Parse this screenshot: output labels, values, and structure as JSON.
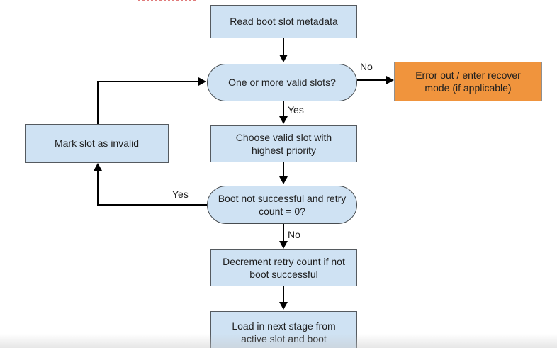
{
  "colors": {
    "process_fill": "#cfe2f3",
    "process_border": "#555a5f",
    "decision_fill": "#cfe2f3",
    "decision_border": "#474c50",
    "error_fill": "#f0943d",
    "error_border": "#8f8f8f",
    "connector": "#000000",
    "text": "#1f1f1f",
    "top_marks": "#e07b7b"
  },
  "diagram": {
    "nodes": {
      "read_metadata": {
        "label": "Read boot slot metadata",
        "shape": "rectangle"
      },
      "valid_slots": {
        "label": "One or more valid slots?",
        "shape": "pill-decision"
      },
      "error_out": {
        "label": "Error out / enter recover mode (if applicable)",
        "shape": "rectangle"
      },
      "choose_slot": {
        "label": "Choose valid slot with highest priority",
        "shape": "rectangle"
      },
      "boot_retry": {
        "label": "Boot not successful and retry count = 0?",
        "shape": "pill-decision"
      },
      "decrement_retry": {
        "label": "Decrement retry count if not boot successful",
        "shape": "rectangle"
      },
      "load_next": {
        "label": "Load in next stage from active slot and boot",
        "shape": "rectangle"
      },
      "mark_invalid": {
        "label": "Mark slot as invalid",
        "shape": "rectangle"
      }
    },
    "edge_labels": {
      "valid_slots_no": "No",
      "valid_slots_yes": "Yes",
      "boot_retry_yes": "Yes",
      "boot_retry_no": "No"
    },
    "edges": [
      {
        "from": "read_metadata",
        "to": "valid_slots",
        "label": ""
      },
      {
        "from": "valid_slots",
        "to": "error_out",
        "label": "No"
      },
      {
        "from": "valid_slots",
        "to": "choose_slot",
        "label": "Yes"
      },
      {
        "from": "choose_slot",
        "to": "boot_retry",
        "label": ""
      },
      {
        "from": "boot_retry",
        "to": "mark_invalid",
        "label": "Yes"
      },
      {
        "from": "boot_retry",
        "to": "decrement_retry",
        "label": "No"
      },
      {
        "from": "decrement_retry",
        "to": "load_next",
        "label": ""
      },
      {
        "from": "mark_invalid",
        "to": "valid_slots",
        "label": ""
      }
    ]
  }
}
